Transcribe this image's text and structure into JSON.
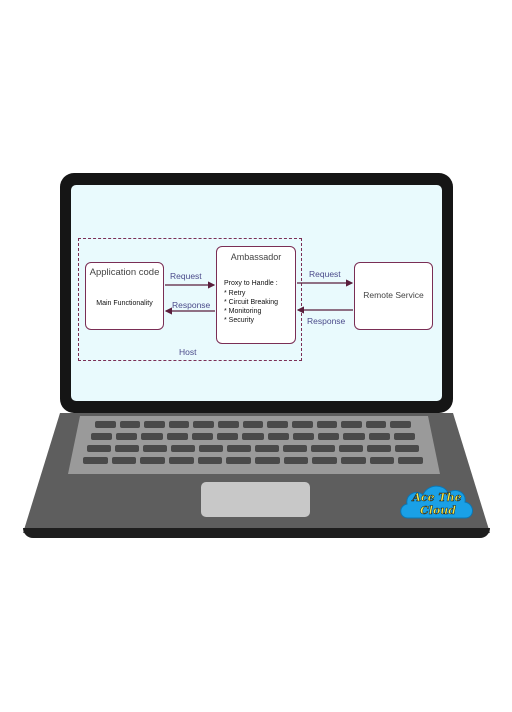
{
  "diagram": {
    "host_label": "Host",
    "app": {
      "title": "Application code",
      "subtitle": "Main Functionality"
    },
    "ambassador": {
      "title": "Ambassador",
      "subtitle": "Proxy to Handle :",
      "items": [
        "Retry",
        "Circuit Breaking",
        "Monitoring",
        "Security"
      ]
    },
    "remote": {
      "title": "Remote Service"
    },
    "edges": {
      "req1": "Request",
      "resp1": "Response",
      "req2": "Request",
      "resp2": "Response"
    }
  },
  "logo": {
    "line1": "Ace The",
    "line2": "Cloud"
  },
  "colors": {
    "screen": "#e9fafd",
    "bezel": "#151515",
    "box_border": "#7a2e55",
    "arrow": "#5a1e3c",
    "edge_label": "#4a4a8a",
    "deck": "#5e5e5e",
    "keys": "#4a4a4a",
    "logo_cloud": "#1aa0e6"
  }
}
